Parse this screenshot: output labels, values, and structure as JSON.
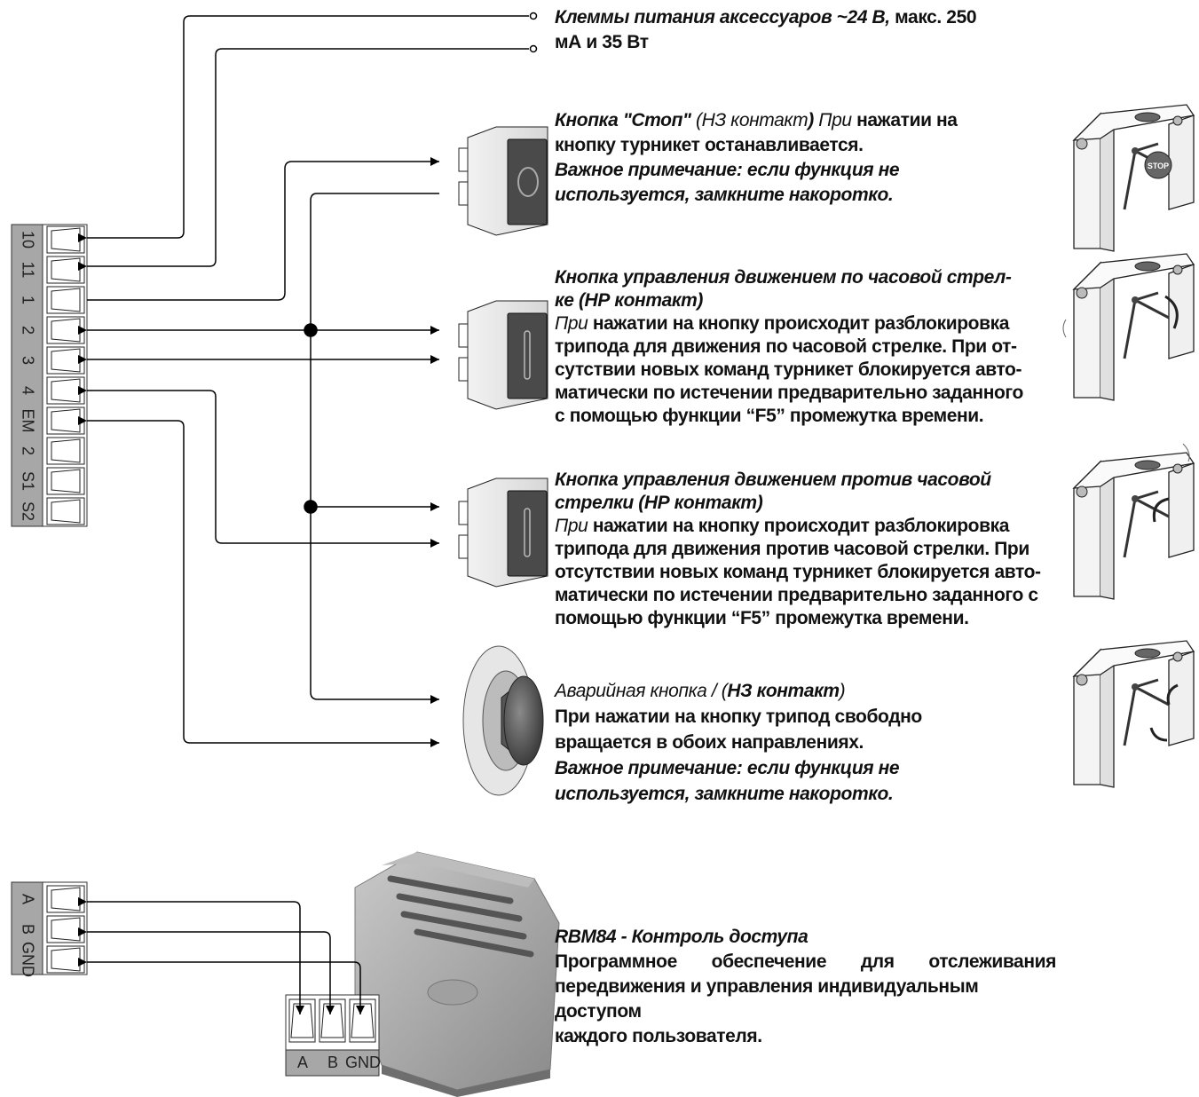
{
  "terminals": {
    "main": [
      "10",
      "11",
      "1",
      "2",
      "3",
      "4",
      "EM",
      "2",
      "S1",
      "S2"
    ],
    "rs485": [
      "A",
      "B",
      "GND"
    ],
    "rbm84": [
      "A",
      "B",
      "GND"
    ]
  },
  "power": {
    "line1_bi": "Клеммы питания аксессуаров ~24 В,",
    "line1_rest": " макс. 250",
    "line2": "мА и 35 Вт"
  },
  "stop": {
    "title_bi": "Кнопка \"Стоп\"",
    "title_it": " (НЗ контакт",
    "title_bi2": ")",
    "title_it2": " При",
    "title_rest": " нажатии на",
    "line2": "кнопку турникет останавливается.",
    "note1": "Важное примечание: если функция не",
    "note2": "используется, замкните накоротко."
  },
  "clockwise": {
    "title1": "Кнопка управления движением по часовой стрел-",
    "title2": "ке (НР контакт)",
    "lead_it": "При",
    "body": [
      " нажатии на кнопку происходит разблокировка",
      "трипода для движения по часовой стрелке. При от-",
      "сутствии новых команд турникет блокируется авто-",
      "матически по истечении предварительно заданного",
      "с помощью функции “F5” промежутка времени."
    ]
  },
  "counterclockwise": {
    "title1": "Кнопка управления движением против часовой",
    "title2": "стрелки (НР контакт)",
    "lead_it": "При",
    "body": [
      " нажатии на кнопку происходит разблокировка",
      "трипода для движения против часовой стрелки. При",
      "отсутствии новых команд турникет блокируется авто-",
      "матически по истечении предварительно заданного с",
      "помощью функции “F5” промежутка времени."
    ]
  },
  "emergency": {
    "title_it": "Аварийная кнопка / (",
    "title_bi": "НЗ контакт",
    "title_it2": ")",
    "line2": "При нажатии на кнопку трипод свободно",
    "line3": "вращается в обоих направлениях.",
    "note1": "Важное примечание: если функция не",
    "note2": "используется, замкните накоротко."
  },
  "rbm84": {
    "title": "RBM84 - Контроль доступа",
    "body": [
      "Программное обеспечение для отслеживания",
      "передвижения и управления индивидуальным доступом",
      "каждого пользователя."
    ]
  },
  "stop_sign_text": "STOP",
  "colors": {
    "line": "#000000",
    "terminal_gray": "#a7a7a7",
    "button_dark": "#555555"
  },
  "icons": [
    "terminal-block",
    "stop-button",
    "pushbutton",
    "emergency-button",
    "turnstile",
    "rbm84-reader"
  ]
}
